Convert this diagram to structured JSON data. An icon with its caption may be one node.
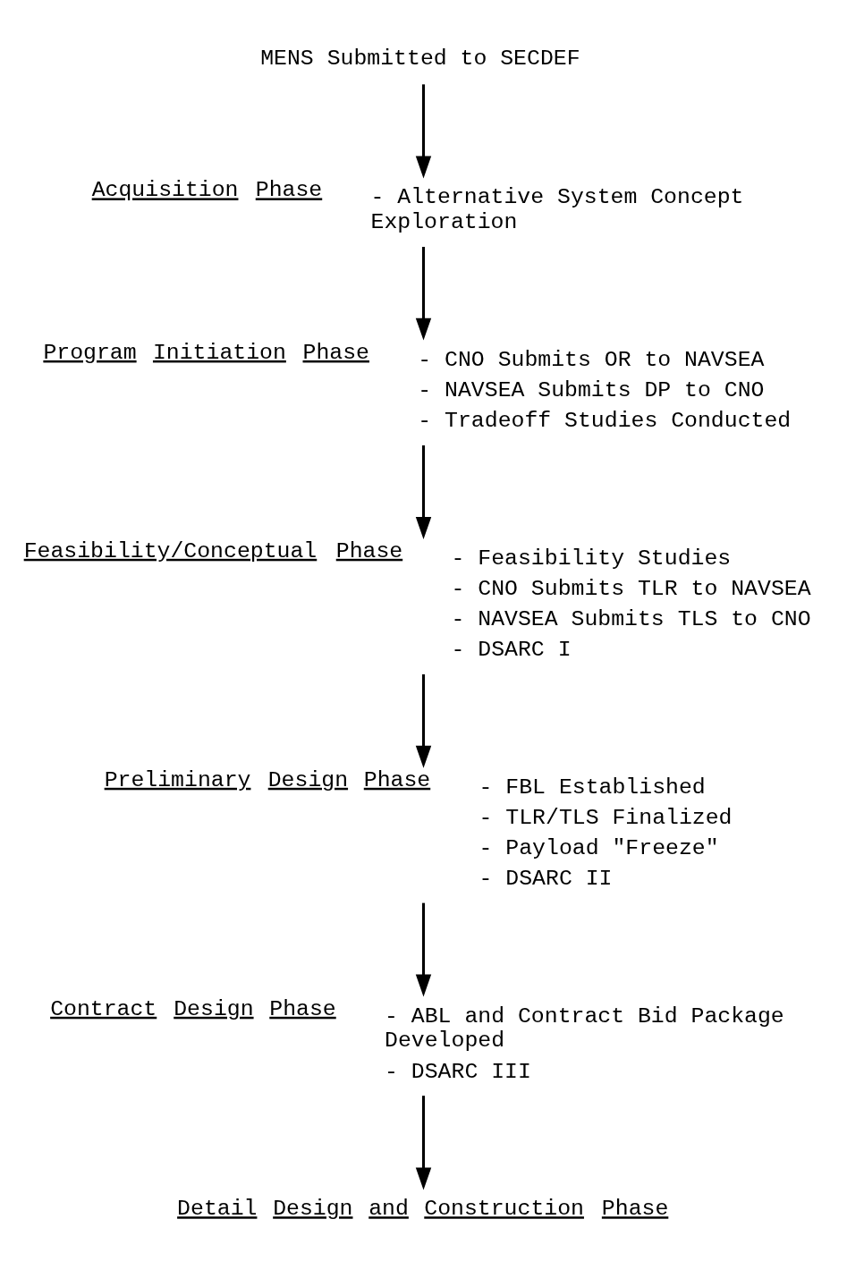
{
  "diagram": {
    "nodes": [
      {
        "text": [
          "MENS Submitted to SECDEF"
        ]
      },
      {
        "text": [
          "Acquisition Phase"
        ],
        "beside": [
          "- Alternative System Concept Exploration"
        ]
      },
      {
        "text": [
          "Program Initiation Phase"
        ],
        "beside": [
          "- CNO Submits OR to NAVSEA",
          "- NAVSEA Submits DP to CNO",
          "- Tradeoff Studies Conducted"
        ]
      },
      {
        "text": [
          "Feasibility/Conceptual Phase"
        ],
        "beside": [
          "- Feasibility Studies",
          "- CNO Submits TLR to NAVSEA",
          "- NAVSEA Submits TLS to CNO",
          "- DSARC I"
        ]
      },
      {
        "text": [
          "Preliminary Design Phase"
        ],
        "beside": [
          "- FBL Established",
          "- TLR/TLS Finalized",
          "- Payload \"Freeze\"",
          "- DSARC II"
        ]
      },
      {
        "text": [
          "Contract Design Phase"
        ],
        "beside": [
          "- ABL and Contract Bid Package Developed",
          "- DSARC III"
        ]
      },
      {
        "text": [
          "Detail Design and Construction Phase"
        ]
      }
    ],
    "edges": [
      {
        "from": 0,
        "to": 1,
        "arrow": "to"
      },
      {
        "from": 1,
        "to": 2,
        "arrow": "to"
      },
      {
        "from": 2,
        "to": 3,
        "arrow": "to"
      },
      {
        "from": 3,
        "to": 4,
        "arrow": "to"
      },
      {
        "from": 4,
        "to": 5,
        "arrow": "to"
      },
      {
        "from": 5,
        "to": 6,
        "arrow": "to"
      }
    ]
  }
}
